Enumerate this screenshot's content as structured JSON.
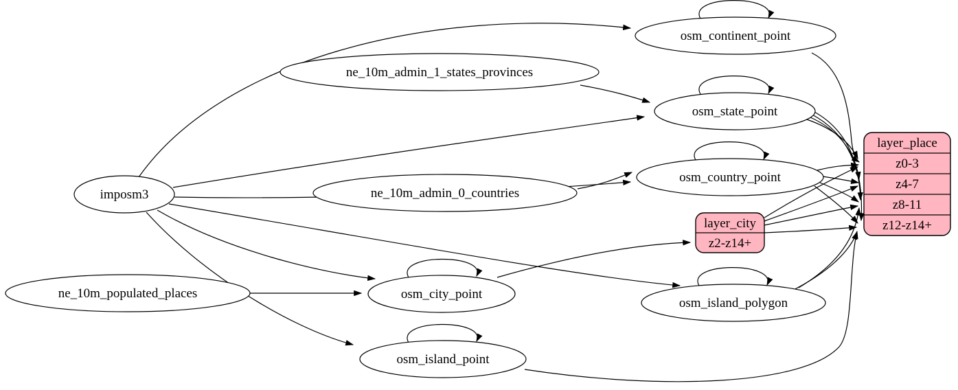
{
  "diagram_type": "etl-graph",
  "colors": {
    "record_fill": "#ffb6c1",
    "node_fill": "#ffffff",
    "stroke": "#000000"
  },
  "nodes": {
    "imposm3": {
      "label": "imposm3",
      "shape": "ellipse"
    },
    "ne_10m_admin_1_states_provinces": {
      "label": "ne_10m_admin_1_states_provinces",
      "shape": "ellipse"
    },
    "ne_10m_admin_0_countries": {
      "label": "ne_10m_admin_0_countries",
      "shape": "ellipse"
    },
    "ne_10m_populated_places": {
      "label": "ne_10m_populated_places",
      "shape": "ellipse"
    },
    "osm_continent_point": {
      "label": "osm_continent_point",
      "shape": "ellipse",
      "self_loop": true
    },
    "osm_state_point": {
      "label": "osm_state_point",
      "shape": "ellipse",
      "self_loop": true
    },
    "osm_country_point": {
      "label": "osm_country_point",
      "shape": "ellipse",
      "self_loop": true
    },
    "osm_city_point": {
      "label": "osm_city_point",
      "shape": "ellipse",
      "self_loop": true
    },
    "osm_island_polygon": {
      "label": "osm_island_polygon",
      "shape": "ellipse",
      "self_loop": true
    },
    "osm_island_point": {
      "label": "osm_island_point",
      "shape": "ellipse",
      "self_loop": true
    },
    "layer_city": {
      "title": "layer_city",
      "rows": [
        "z2-z14+"
      ],
      "shape": "record"
    },
    "layer_place": {
      "title": "layer_place",
      "rows": [
        "z0-3",
        "z4-7",
        "z8-11",
        "z12-z14+"
      ],
      "shape": "record"
    }
  },
  "edges": [
    {
      "from": "imposm3",
      "to": "osm_continent_point"
    },
    {
      "from": "imposm3",
      "to": "osm_state_point"
    },
    {
      "from": "imposm3",
      "to": "osm_country_point"
    },
    {
      "from": "imposm3",
      "to": "osm_city_point"
    },
    {
      "from": "imposm3",
      "to": "osm_island_polygon"
    },
    {
      "from": "imposm3",
      "to": "osm_island_point"
    },
    {
      "from": "ne_10m_admin_1_states_provinces",
      "to": "osm_state_point"
    },
    {
      "from": "ne_10m_admin_0_countries",
      "to": "osm_country_point"
    },
    {
      "from": "ne_10m_populated_places",
      "to": "osm_city_point"
    },
    {
      "from": "osm_continent_point",
      "to": "osm_continent_point"
    },
    {
      "from": "osm_state_point",
      "to": "osm_state_point"
    },
    {
      "from": "osm_country_point",
      "to": "osm_country_point"
    },
    {
      "from": "osm_city_point",
      "to": "osm_city_point"
    },
    {
      "from": "osm_island_polygon",
      "to": "osm_island_polygon"
    },
    {
      "from": "osm_island_point",
      "to": "osm_island_point"
    },
    {
      "from": "osm_city_point",
      "to": "layer_city.z2-z14+"
    },
    {
      "from": "osm_continent_point",
      "to": "layer_place.z0-3"
    },
    {
      "from": "osm_state_point",
      "to": "layer_place.z0-3"
    },
    {
      "from": "osm_state_point",
      "to": "layer_place.z4-7"
    },
    {
      "from": "osm_state_point",
      "to": "layer_place.z8-11"
    },
    {
      "from": "osm_state_point",
      "to": "layer_place.z12-z14+"
    },
    {
      "from": "osm_country_point",
      "to": "layer_place.z0-3"
    },
    {
      "from": "osm_country_point",
      "to": "layer_place.z4-7"
    },
    {
      "from": "osm_country_point",
      "to": "layer_place.z8-11"
    },
    {
      "from": "osm_country_point",
      "to": "layer_place.z12-z14+"
    },
    {
      "from": "layer_city",
      "to": "layer_place.z0-3"
    },
    {
      "from": "layer_city",
      "to": "layer_place.z4-7"
    },
    {
      "from": "layer_city",
      "to": "layer_place.z8-11"
    },
    {
      "from": "layer_city",
      "to": "layer_place.z12-z14+"
    },
    {
      "from": "osm_island_polygon",
      "to": "layer_place.z8-11"
    },
    {
      "from": "osm_island_polygon",
      "to": "layer_place.z12-z14+"
    },
    {
      "from": "osm_island_point",
      "to": "layer_place.z12-z14+"
    }
  ]
}
